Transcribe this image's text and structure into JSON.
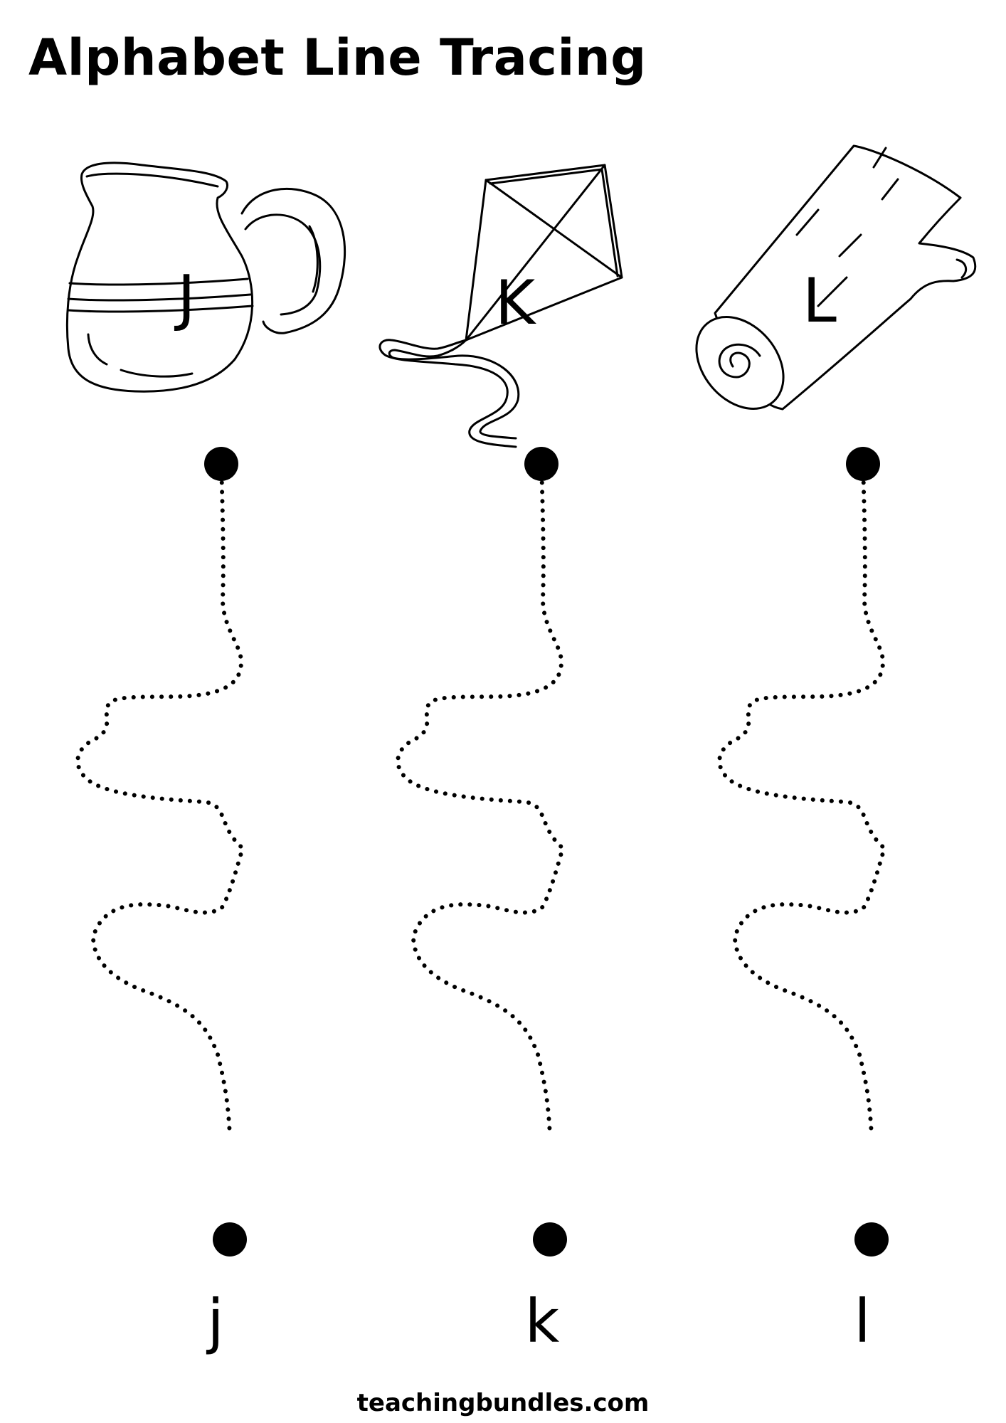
{
  "title": "Alphabet Line Tracing",
  "columns": [
    {
      "picture_icon": "jug-icon",
      "upper": "J",
      "lower": "j"
    },
    {
      "picture_icon": "kite-icon",
      "upper": "K",
      "lower": "k"
    },
    {
      "picture_icon": "log-icon",
      "upper": "L",
      "lower": "l"
    }
  ],
  "footer": "teachingbundles.com",
  "colors": {
    "ink": "#000000",
    "paper": "#ffffff"
  }
}
